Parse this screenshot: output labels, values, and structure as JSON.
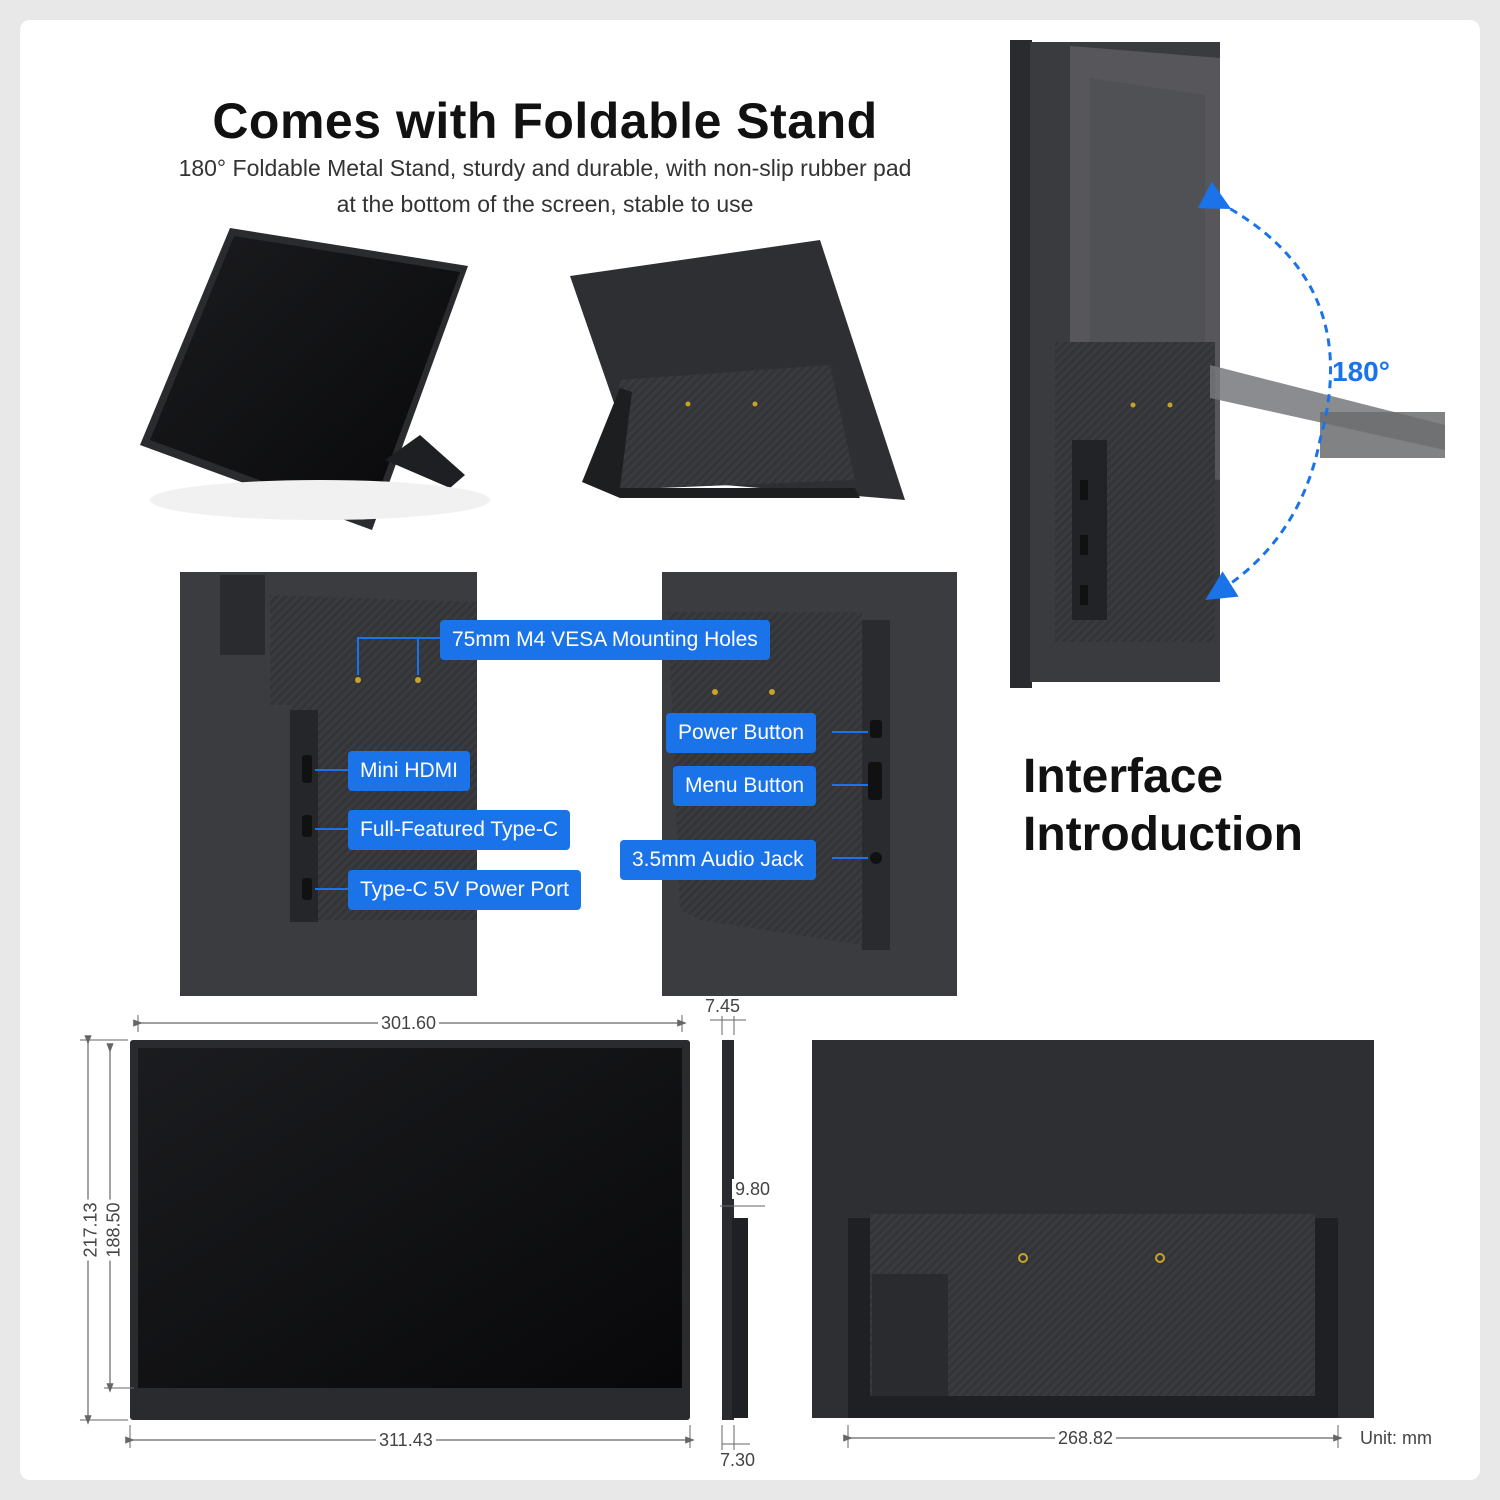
{
  "header": {
    "title": "Comes with Foldable Stand",
    "subtitle_line1": "180° Foldable Metal Stand, sturdy and durable, with non-slip rubber pad",
    "subtitle_line2": "at the bottom of the screen, stable to use"
  },
  "rotation": {
    "angle_label": "180°"
  },
  "interface": {
    "title_line1": "Interface",
    "title_line2": "Introduction",
    "callouts": {
      "vesa": "75mm M4 VESA Mounting Holes",
      "mini_hdmi": "Mini HDMI",
      "type_c_full": "Full-Featured Type-C",
      "type_c_power": "Type-C 5V Power Port",
      "power_button": "Power Button",
      "menu_button": "Menu Button",
      "audio_jack": "3.5mm Audio Jack"
    }
  },
  "dimensions": {
    "front_top_width": "301.60",
    "front_bottom_width": "311.43",
    "front_outer_height": "217.13",
    "front_inner_height": "188.50",
    "side_top": "7.45",
    "side_stand": "9.80",
    "side_bottom": "7.30",
    "back_width": "268.82",
    "unit_label": "Unit: mm"
  },
  "colors": {
    "accent": "#1a73e8",
    "device_dark": "#2a2b2e",
    "screen_black": "#0d0d0f"
  }
}
